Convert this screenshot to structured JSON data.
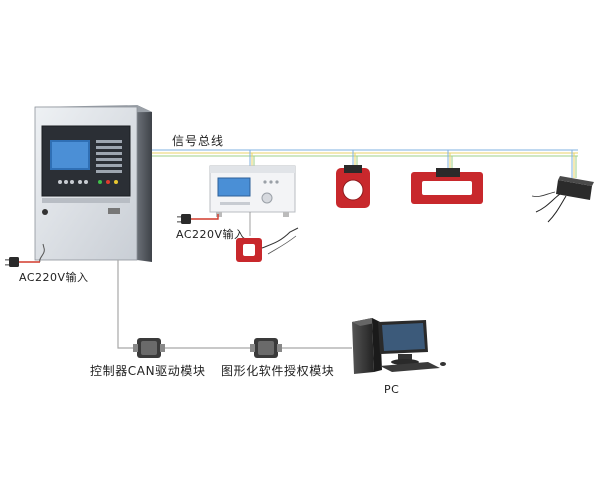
{
  "labels": {
    "signal_bus": "信号总线",
    "ac_input_controller": "AC220V输入",
    "ac_input_module": "AC220V输入",
    "can_module": "控制器CAN驱动模块",
    "auth_module": "图形化软件授权模块",
    "pc": "PC"
  },
  "colors": {
    "bus_blue": "#7fb0e0",
    "bus_yellow": "#e8d36a",
    "bus_green": "#9fd08a",
    "wire_gray": "#a8a8a8",
    "sensor_red": "#c8282c",
    "cabinet_face": "#d9dde2"
  }
}
